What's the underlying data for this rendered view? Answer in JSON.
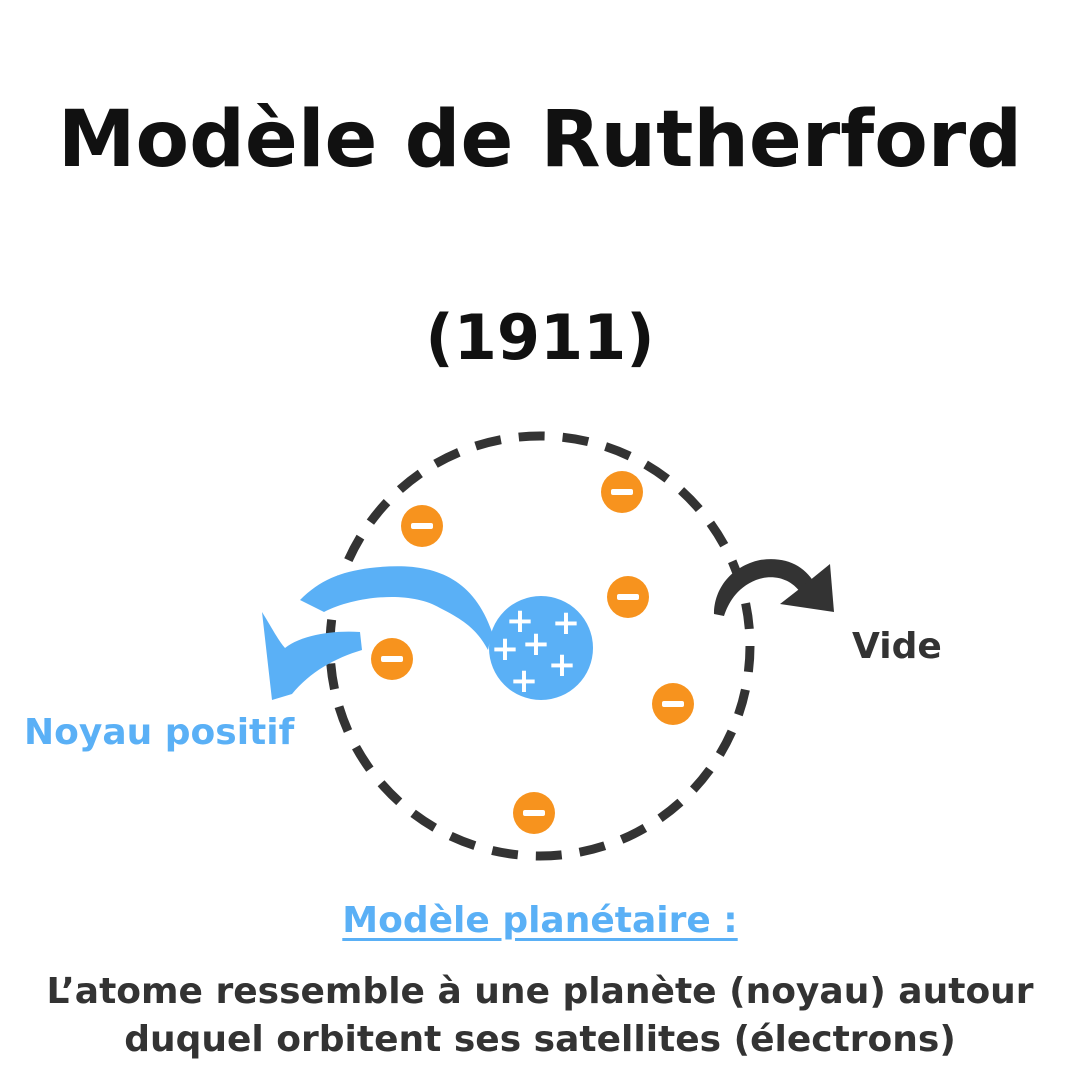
{
  "title": "Modèle de Rutherford",
  "year": "(1911)",
  "labels": {
    "vide": "Vide",
    "noyau": "Noyau positif"
  },
  "subtitle": "Modèle planétaire :",
  "description": {
    "line1": "L’atome ressemble à une planète (noyau) autour",
    "line2": "duquel orbitent ses satellites (électrons)"
  },
  "symbols": {
    "electron": "−",
    "proton": "+"
  },
  "colors": {
    "nucleus": "#5ab0f6",
    "electron": "#f7931e",
    "orbit": "#333333",
    "text": "#111111",
    "accent": "#5ab0f6"
  }
}
